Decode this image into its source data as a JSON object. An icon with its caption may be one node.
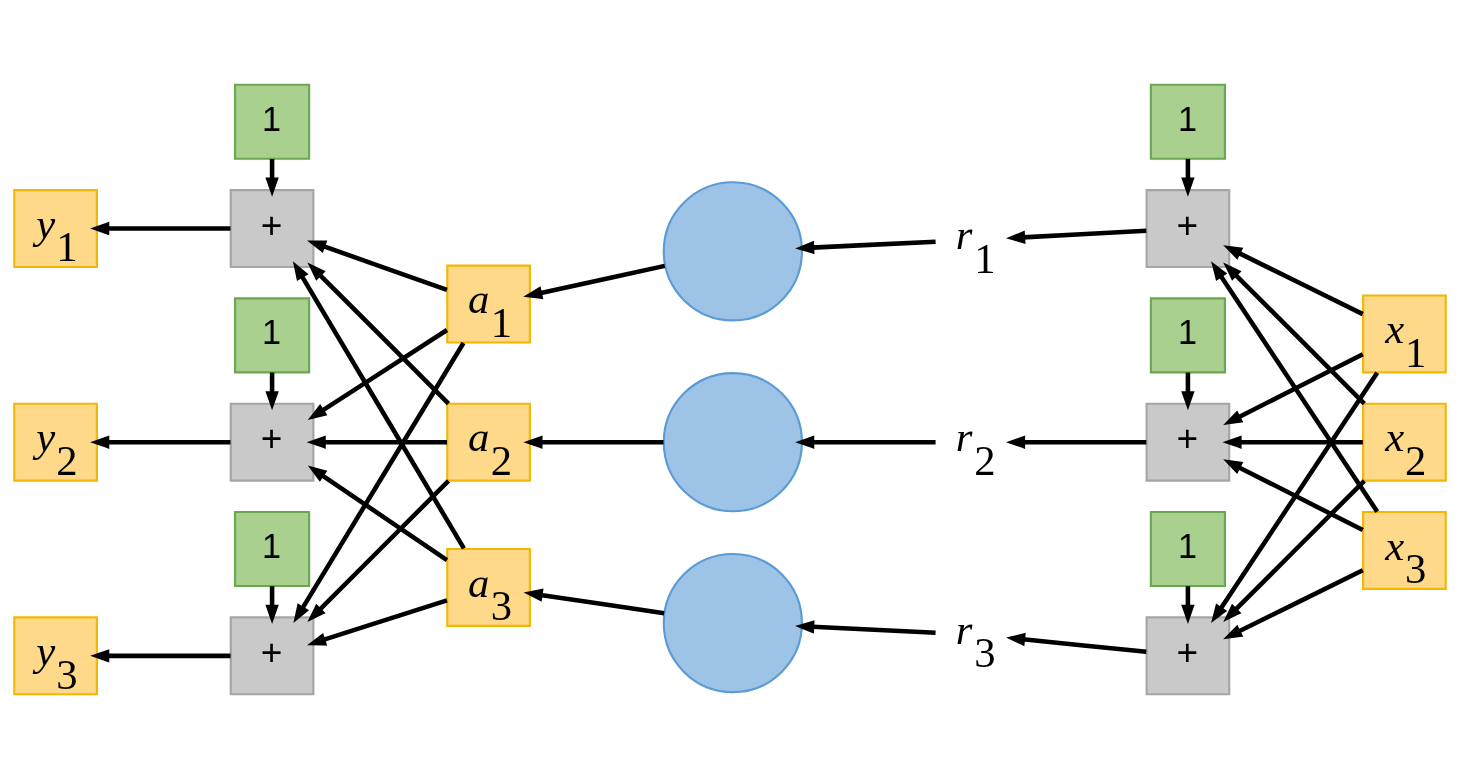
{
  "diagram": {
    "nodes": [
      {
        "text": [
          "x$_{1}$"
        ]
      },
      {
        "text": [
          "x$_{2}$"
        ]
      },
      {
        "text": [
          "x$_{3}$"
        ]
      },
      {
        "text": [
          "+"
        ]
      },
      {
        "text": [
          "+"
        ]
      },
      {
        "text": [
          "+"
        ]
      },
      {
        "text": [
          "1"
        ]
      },
      {
        "text": [
          "1"
        ]
      },
      {
        "text": [
          "1"
        ]
      },
      {
        "text": [
          "r$_{1}$"
        ]
      },
      {
        "text": [
          "r$_{2}$"
        ]
      },
      {
        "text": [
          "r$_{3}$"
        ]
      },
      {
        "text": [],
        "shape": "circle"
      },
      {
        "text": [],
        "shape": "circle"
      },
      {
        "text": [],
        "shape": "circle"
      },
      {
        "text": [
          "a$_{1}$"
        ]
      },
      {
        "text": [
          "a$_{2}$"
        ]
      },
      {
        "text": [
          "a$_{3}$"
        ]
      },
      {
        "text": [
          "+"
        ]
      },
      {
        "text": [
          "+"
        ]
      },
      {
        "text": [
          "+"
        ]
      },
      {
        "text": [
          "1"
        ]
      },
      {
        "text": [
          "1"
        ]
      },
      {
        "text": [
          "1"
        ]
      },
      {
        "text": [
          "y$_{1}$"
        ]
      },
      {
        "text": [
          "y$_{2}$"
        ]
      },
      {
        "text": [
          "y$_{3}$"
        ]
      }
    ],
    "edges": [
      {
        "from": 0,
        "to": 3,
        "arrow": "to"
      },
      {
        "from": 1,
        "to": 3,
        "arrow": "to"
      },
      {
        "from": 2,
        "to": 3,
        "arrow": "to"
      },
      {
        "from": 0,
        "to": 4,
        "arrow": "to"
      },
      {
        "from": 1,
        "to": 4,
        "arrow": "to"
      },
      {
        "from": 2,
        "to": 4,
        "arrow": "to"
      },
      {
        "from": 0,
        "to": 5,
        "arrow": "to"
      },
      {
        "from": 1,
        "to": 5,
        "arrow": "to"
      },
      {
        "from": 2,
        "to": 5,
        "arrow": "to"
      },
      {
        "from": 6,
        "to": 3,
        "arrow": "to"
      },
      {
        "from": 7,
        "to": 4,
        "arrow": "to"
      },
      {
        "from": 8,
        "to": 5,
        "arrow": "to"
      },
      {
        "from": 3,
        "to": 9,
        "arrow": "to"
      },
      {
        "from": 4,
        "to": 10,
        "arrow": "to"
      },
      {
        "from": 5,
        "to": 11,
        "arrow": "to"
      },
      {
        "from": 9,
        "to": 12,
        "arrow": "to"
      },
      {
        "from": 10,
        "to": 13,
        "arrow": "to"
      },
      {
        "from": 11,
        "to": 14,
        "arrow": "to"
      },
      {
        "from": 12,
        "to": 15,
        "arrow": "to"
      },
      {
        "from": 13,
        "to": 16,
        "arrow": "to"
      },
      {
        "from": 14,
        "to": 17,
        "arrow": "to"
      },
      {
        "from": 15,
        "to": 18,
        "arrow": "to"
      },
      {
        "from": 16,
        "to": 18,
        "arrow": "to"
      },
      {
        "from": 17,
        "to": 18,
        "arrow": "to"
      },
      {
        "from": 15,
        "to": 19,
        "arrow": "to"
      },
      {
        "from": 16,
        "to": 19,
        "arrow": "to"
      },
      {
        "from": 17,
        "to": 19,
        "arrow": "to"
      },
      {
        "from": 15,
        "to": 20,
        "arrow": "to"
      },
      {
        "from": 16,
        "to": 20,
        "arrow": "to"
      },
      {
        "from": 17,
        "to": 20,
        "arrow": "to"
      },
      {
        "from": 21,
        "to": 18,
        "arrow": "to"
      },
      {
        "from": 22,
        "to": 19,
        "arrow": "to"
      },
      {
        "from": 23,
        "to": 20,
        "arrow": "to"
      },
      {
        "from": 18,
        "to": 24,
        "arrow": "to"
      },
      {
        "from": 19,
        "to": 25,
        "arrow": "to"
      },
      {
        "from": 20,
        "to": 26,
        "arrow": "to"
      }
    ]
  }
}
